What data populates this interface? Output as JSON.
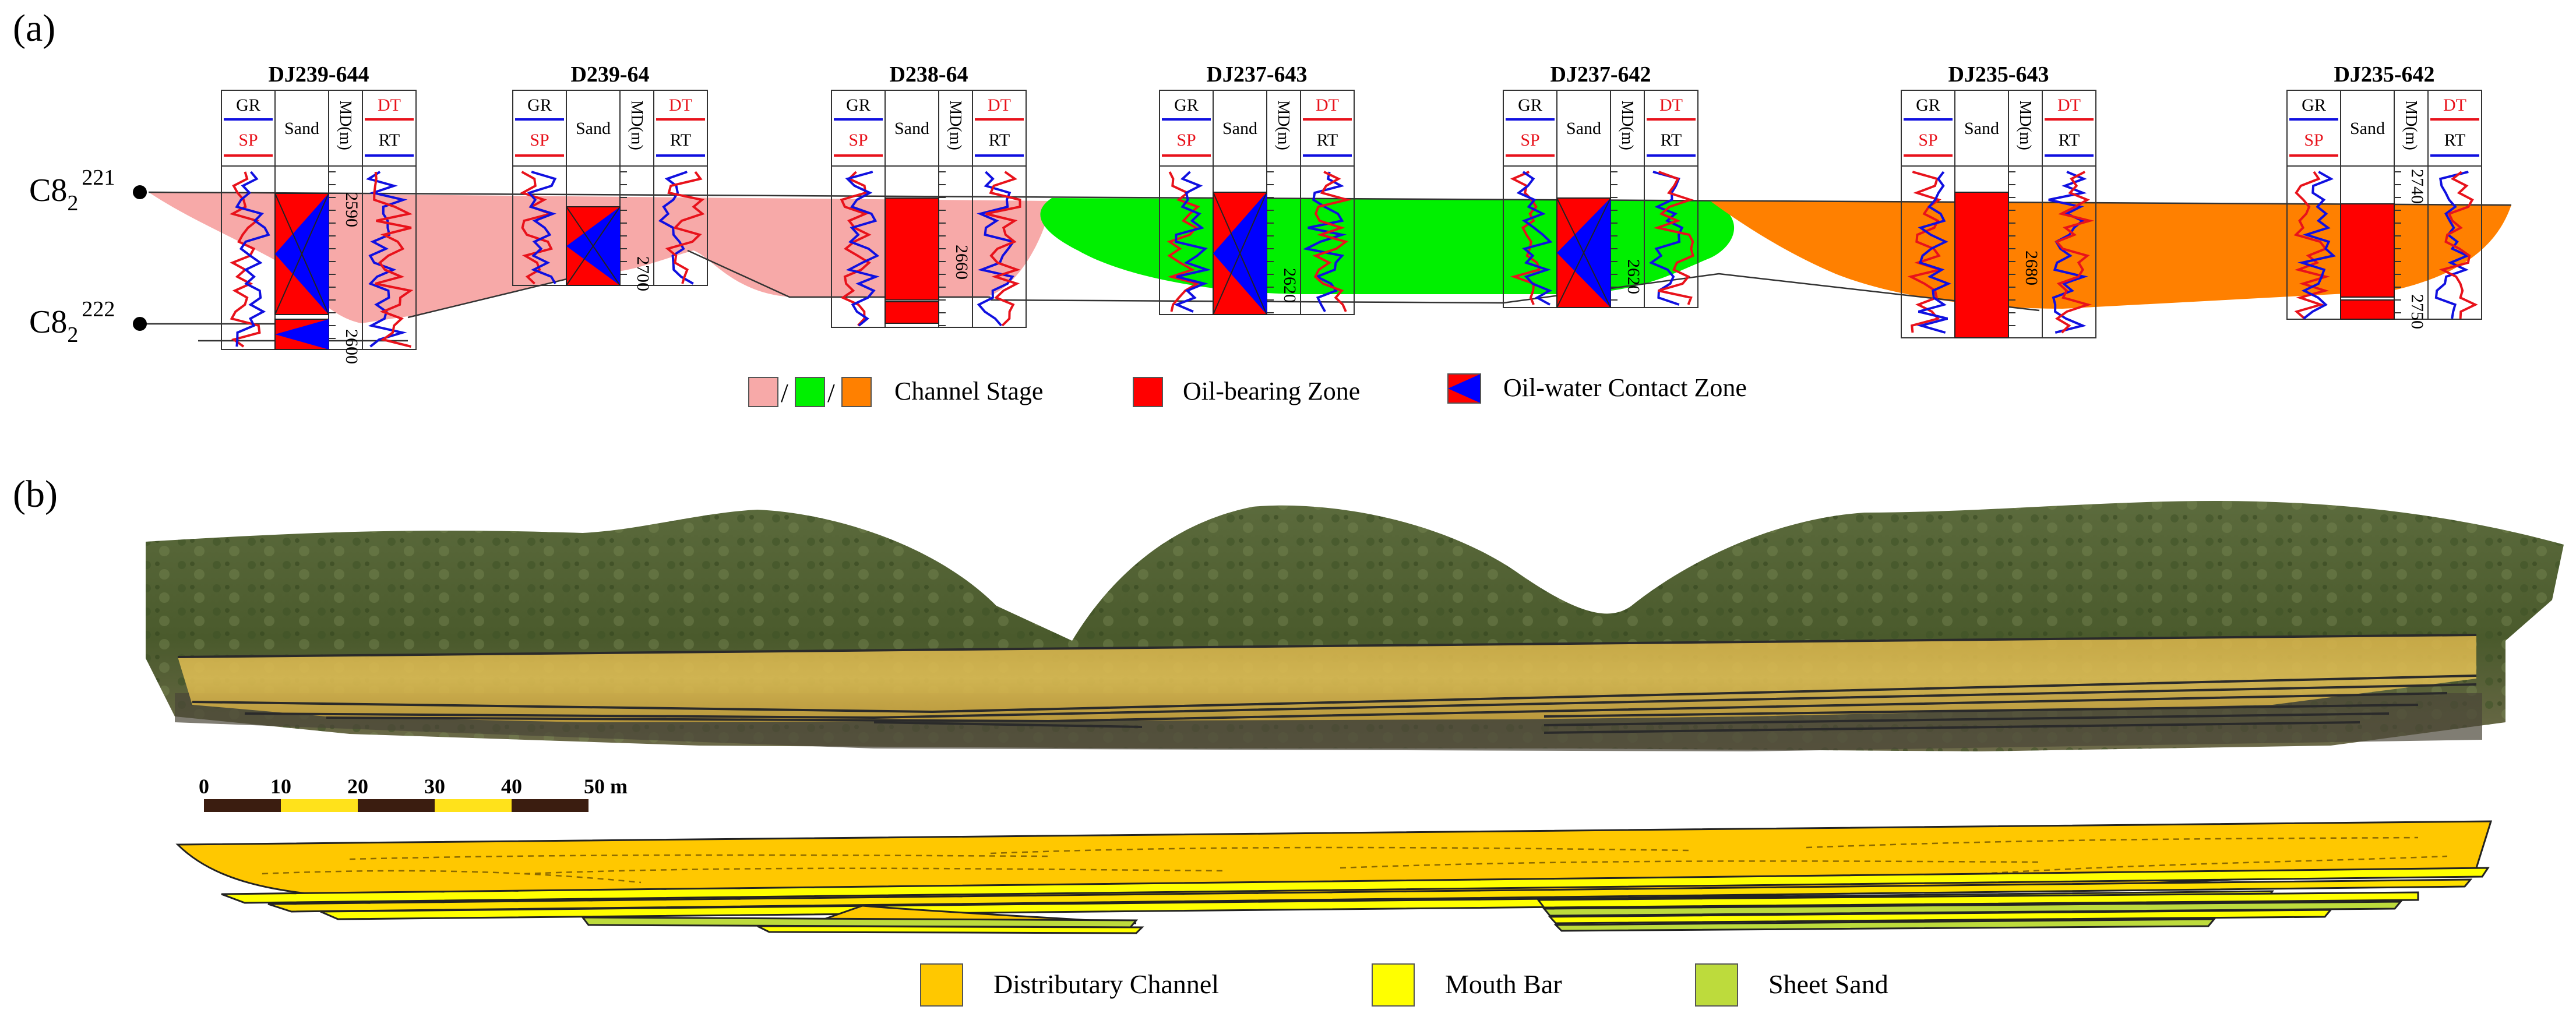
{
  "panel_a": {
    "label": "(a)",
    "layer_top": {
      "base": "C8",
      "sub": "2",
      "sup": "221"
    },
    "layer_bottom": {
      "base": "C8",
      "sub": "2",
      "sup": "222"
    },
    "log_headers": {
      "gr": "GR",
      "sp": "SP",
      "sand": "Sand",
      "md": "MD(m)",
      "dt": "DT",
      "rt": "RT"
    },
    "wells": [
      {
        "name": "DJ239-644",
        "depths": [
          "2590",
          "2600"
        ]
      },
      {
        "name": "D239-64",
        "depths": [
          "2700"
        ]
      },
      {
        "name": "D238-64",
        "depths": [
          "2660"
        ]
      },
      {
        "name": "DJ237-643",
        "depths": [
          "2620"
        ]
      },
      {
        "name": "DJ237-642",
        "depths": [
          "2620"
        ]
      },
      {
        "name": "DJ235-643",
        "depths": [
          "2680"
        ]
      },
      {
        "name": "DJ235-642",
        "depths": [
          "2740",
          "2750"
        ]
      }
    ],
    "legend": {
      "slash": "/",
      "channel_stage": "Channel Stage",
      "oil_bearing": "Oil-bearing Zone",
      "oil_water": "Oil-water Contact Zone"
    },
    "colors": {
      "stage1": "#F7A9A8",
      "stage2": "#00F000",
      "stage3": "#FF8000",
      "oil": "#FF0000",
      "water": "#0000FF",
      "red_curve": "#E8121B",
      "blue_curve": "#1010E0"
    }
  },
  "panel_b": {
    "label": "(b)",
    "scale_bar": {
      "ticks": [
        "0",
        "10",
        "20",
        "30",
        "40",
        "50 m"
      ]
    },
    "legend": {
      "distributary_channel": "Distributary Channel",
      "mouth_bar": "Mouth Bar",
      "sheet_sand": "Sheet Sand"
    },
    "colors": {
      "channel": "#FFC800",
      "mouth_bar": "#FFFF00",
      "sheet_sand": "#BDDB3C"
    }
  }
}
